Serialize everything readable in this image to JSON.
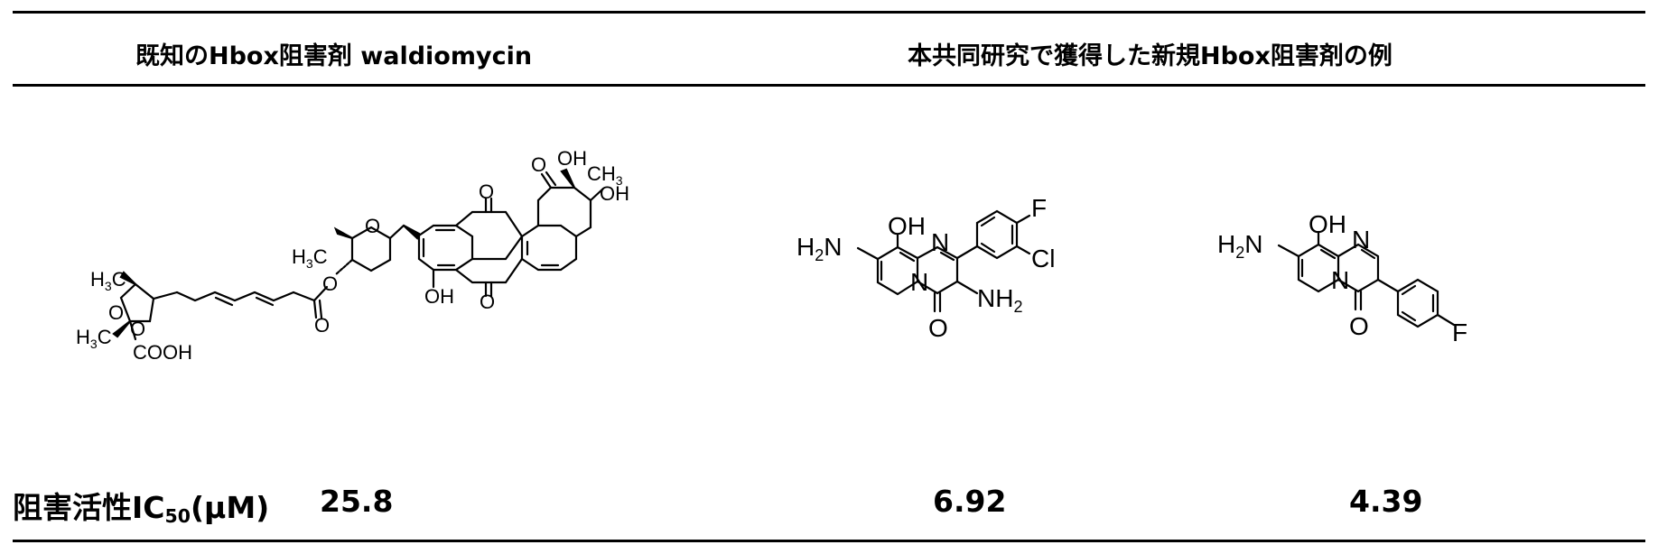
{
  "header": {
    "left": "既知のHbox阻害剤 waldiomycin",
    "right": "本共同研究で獲得した新規Hbox阻害剤の例"
  },
  "activity": {
    "label_main": "阻害活性IC",
    "label_sub": "50",
    "label_unit": "(μM)",
    "values": [
      "25.8",
      "6.92",
      "4.39"
    ]
  },
  "structures": {
    "waldiomycin": {
      "OH1": "OH",
      "CH3_top": "CH",
      "CH3_top_sub": "3",
      "OH2": "OH",
      "O_quinone1": "O",
      "O_ketone": "O",
      "O_quinone2": "O",
      "H3C_sugar": "H",
      "H3C_sugar_sub": "3",
      "H3C_sugar_c": "C",
      "O_ring": "O",
      "O_ester": "O",
      "O_carbonyl": "O",
      "OH_phenol": "OH",
      "H3C_diox1": "H",
      "H3C_diox1_sub": "3",
      "H3C_diox1_c": "C",
      "O_diox1": "O",
      "O_diox2": "O",
      "H3C_diox2": "H",
      "H3C_diox2_sub": "3",
      "H3C_diox2_c": "C",
      "COOH": "COOH"
    },
    "compound_a": {
      "OH": "OH",
      "H2N": "H",
      "H2N_sub": "2",
      "H2N_n": "N",
      "N1": "N",
      "N2": "N",
      "F": "F",
      "Cl": "Cl",
      "NH2": "NH",
      "NH2_sub": "2",
      "O": "O"
    },
    "compound_b": {
      "OH": "OH",
      "H2N": "H",
      "H2N_sub": "2",
      "H2N_n": "N",
      "N1": "N",
      "N2": "N",
      "O": "O",
      "F": "F"
    }
  }
}
